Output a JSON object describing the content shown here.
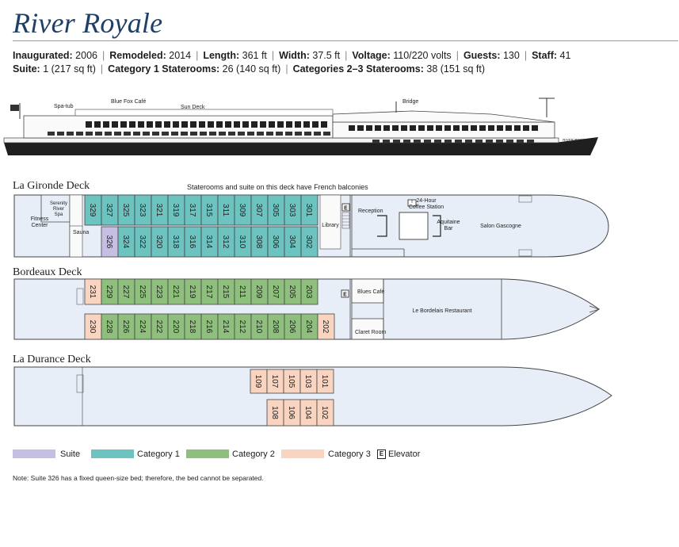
{
  "title": "River Royale",
  "specs_line1": [
    {
      "label": "Inaugurated:",
      "value": "2006"
    },
    {
      "label": "Remodeled:",
      "value": "2014"
    },
    {
      "label": "Length:",
      "value": "361 ft"
    },
    {
      "label": "Width:",
      "value": "37.5 ft"
    },
    {
      "label": "Voltage:",
      "value": "110/220 volts"
    },
    {
      "label": "Guests:",
      "value": "130"
    },
    {
      "label": "Staff:",
      "value": "41"
    }
  ],
  "specs_line2": [
    {
      "label": "Suite:",
      "value": "1 (217 sq ft)"
    },
    {
      "label": "Category 1 Staterooms:",
      "value": "26 (140 sq ft)"
    },
    {
      "label": "Categories 2–3 Staterooms:",
      "value": "38 (151 sq ft)"
    }
  ],
  "ship_profile": {
    "labels": {
      "spa_tub": "Spa-tub",
      "blue_fox": "Blue Fox Café",
      "sun_deck": "Sun Deck",
      "bridge": "Bridge",
      "ship_name": "RIVER ROYALE"
    }
  },
  "colors": {
    "suite": "#c6bfe3",
    "cat1": "#6cc3bf",
    "cat2": "#8fbf7d",
    "cat3": "#f9d4c0",
    "hull": "#e8eef8",
    "outline": "#454545"
  },
  "decks": {
    "gironde": {
      "name": "La Gironde Deck",
      "balcony_note": "Staterooms and suite on this deck have French balconies",
      "top_cabins": [
        "329",
        "327",
        "325",
        "323",
        "321",
        "319",
        "317",
        "315",
        "311",
        "309",
        "307",
        "305",
        "303",
        "301"
      ],
      "bottom_cabins": [
        {
          "num": "326",
          "cat": "suite"
        },
        {
          "num": "324",
          "cat": "cat1"
        },
        {
          "num": "322",
          "cat": "cat1"
        },
        {
          "num": "320",
          "cat": "cat1"
        },
        {
          "num": "318",
          "cat": "cat1"
        },
        {
          "num": "316",
          "cat": "cat1"
        },
        {
          "num": "314",
          "cat": "cat1"
        },
        {
          "num": "312",
          "cat": "cat1"
        },
        {
          "num": "310",
          "cat": "cat1"
        },
        {
          "num": "308",
          "cat": "cat1"
        },
        {
          "num": "306",
          "cat": "cat1"
        },
        {
          "num": "304",
          "cat": "cat1"
        },
        {
          "num": "302",
          "cat": "cat1"
        }
      ],
      "rooms": {
        "fitness": [
          "Fitness",
          "Center"
        ],
        "spa": [
          "Serenity",
          "River",
          "Spa"
        ],
        "sauna": "Sauna",
        "library": "Library",
        "elevator": "E",
        "reception": "Reception",
        "coffee": [
          "24-Hour",
          "Coffee Station"
        ],
        "bar": [
          "Aquitaine",
          "Bar"
        ],
        "salon": "Salon Gascogne"
      }
    },
    "bordeaux": {
      "name": "Bordeaux Deck",
      "top_cabins": [
        {
          "num": "231",
          "cat": "cat3"
        },
        {
          "num": "229",
          "cat": "cat2"
        },
        {
          "num": "227",
          "cat": "cat2"
        },
        {
          "num": "225",
          "cat": "cat2"
        },
        {
          "num": "223",
          "cat": "cat2"
        },
        {
          "num": "221",
          "cat": "cat2"
        },
        {
          "num": "219",
          "cat": "cat2"
        },
        {
          "num": "217",
          "cat": "cat2"
        },
        {
          "num": "215",
          "cat": "cat2"
        },
        {
          "num": "211",
          "cat": "cat2"
        },
        {
          "num": "209",
          "cat": "cat2"
        },
        {
          "num": "207",
          "cat": "cat2"
        },
        {
          "num": "205",
          "cat": "cat2"
        },
        {
          "num": "203",
          "cat": "cat2"
        }
      ],
      "bottom_cabins": [
        {
          "num": "230",
          "cat": "cat3"
        },
        {
          "num": "228",
          "cat": "cat2"
        },
        {
          "num": "226",
          "cat": "cat2"
        },
        {
          "num": "224",
          "cat": "cat2"
        },
        {
          "num": "222",
          "cat": "cat2"
        },
        {
          "num": "220",
          "cat": "cat2"
        },
        {
          "num": "218",
          "cat": "cat2"
        },
        {
          "num": "216",
          "cat": "cat2"
        },
        {
          "num": "214",
          "cat": "cat2"
        },
        {
          "num": "212",
          "cat": "cat2"
        },
        {
          "num": "210",
          "cat": "cat2"
        },
        {
          "num": "208",
          "cat": "cat2"
        },
        {
          "num": "206",
          "cat": "cat2"
        },
        {
          "num": "204",
          "cat": "cat2"
        },
        {
          "num": "202",
          "cat": "cat3"
        }
      ],
      "rooms": {
        "elevator": "E",
        "blues": "Blues Café",
        "claret": "Claret Room",
        "restaurant": "Le Bordelais Restaurant"
      }
    },
    "durance": {
      "name": "La Durance Deck",
      "top_cabins": [
        "109",
        "107",
        "105",
        "103",
        "101"
      ],
      "bottom_cabins": [
        "108",
        "106",
        "104",
        "102"
      ]
    }
  },
  "legend": [
    {
      "key": "suite",
      "label": "Suite"
    },
    {
      "key": "cat1",
      "label": "Category 1"
    },
    {
      "key": "cat2",
      "label": "Category 2"
    },
    {
      "key": "cat3",
      "label": "Category 3"
    },
    {
      "key": "elevator",
      "label": "Elevator",
      "symbol": "E"
    }
  ],
  "note": "Note: Suite 326 has a fixed queen-size bed; therefore, the bed cannot be separated."
}
